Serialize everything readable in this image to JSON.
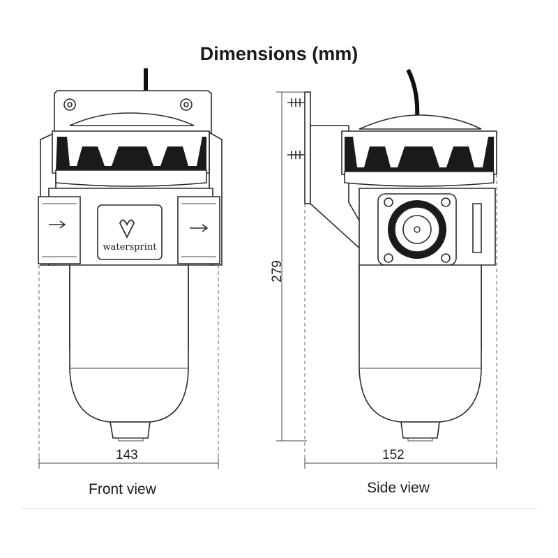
{
  "title": "Dimensions (mm)",
  "dimensions": {
    "front_width": "143",
    "side_width": "152",
    "height": "279"
  },
  "views": {
    "front_label": "Front view",
    "side_label": "Side view"
  },
  "logo_text": "watersprint"
}
